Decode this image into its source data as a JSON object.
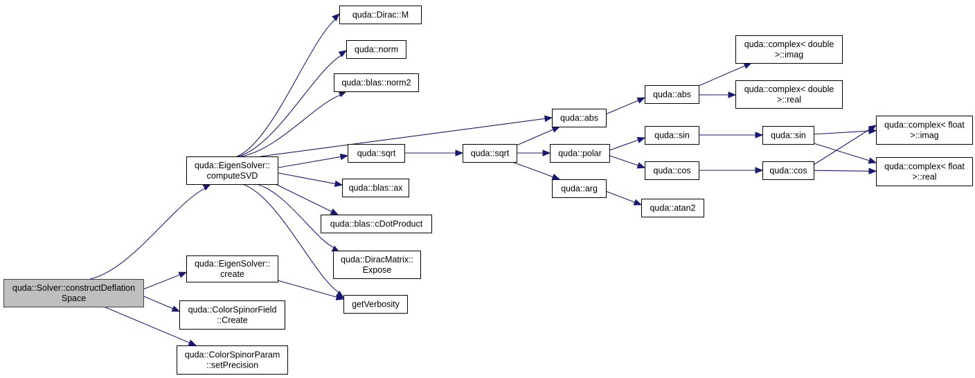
{
  "graph": {
    "colors": {
      "edge": "#191970",
      "root_fill": "#bfbfbf",
      "node_fill": "#ffffff",
      "node_border": "#000000"
    },
    "nodes": [
      {
        "id": "constructDeflationSpace",
        "lines": [
          "quda::Solver::constructDeflation",
          "Space"
        ],
        "root": true
      },
      {
        "id": "computeSVD",
        "lines": [
          "quda::EigenSolver::",
          "computeSVD"
        ]
      },
      {
        "id": "esCreate",
        "lines": [
          "quda::EigenSolver::",
          "create"
        ]
      },
      {
        "id": "csfCreate",
        "lines": [
          "quda::ColorSpinorField",
          "::Create"
        ]
      },
      {
        "id": "setPrecision",
        "lines": [
          "quda::ColorSpinorParam",
          "::setPrecision"
        ]
      },
      {
        "id": "diracM",
        "lines": [
          "quda::Dirac::M"
        ]
      },
      {
        "id": "norm",
        "lines": [
          "quda::norm"
        ]
      },
      {
        "id": "blasNorm2",
        "lines": [
          "quda::blas::norm2"
        ]
      },
      {
        "id": "sqrt1",
        "lines": [
          "quda::sqrt"
        ]
      },
      {
        "id": "blasAx",
        "lines": [
          "quda::blas::ax"
        ]
      },
      {
        "id": "cDot",
        "lines": [
          "quda::blas::cDotProduct"
        ]
      },
      {
        "id": "expose",
        "lines": [
          "quda::DiracMatrix::",
          "Expose"
        ]
      },
      {
        "id": "getVerbosity",
        "lines": [
          "getVerbosity"
        ]
      },
      {
        "id": "sqrt2",
        "lines": [
          "quda::sqrt"
        ]
      },
      {
        "id": "abs1",
        "lines": [
          "quda::abs"
        ]
      },
      {
        "id": "polar",
        "lines": [
          "quda::polar"
        ]
      },
      {
        "id": "arg",
        "lines": [
          "quda::arg"
        ]
      },
      {
        "id": "abs2",
        "lines": [
          "quda::abs"
        ]
      },
      {
        "id": "cdImag",
        "lines": [
          "quda::complex< double",
          ">::imag"
        ]
      },
      {
        "id": "cdReal",
        "lines": [
          "quda::complex< double",
          ">::real"
        ]
      },
      {
        "id": "sin1",
        "lines": [
          "quda::sin"
        ]
      },
      {
        "id": "cos1",
        "lines": [
          "quda::cos"
        ]
      },
      {
        "id": "atan2",
        "lines": [
          "quda::atan2"
        ]
      },
      {
        "id": "sin2",
        "lines": [
          "quda::sin"
        ]
      },
      {
        "id": "cos2",
        "lines": [
          "quda::cos"
        ]
      },
      {
        "id": "cfImag",
        "lines": [
          "quda::complex< float",
          ">::imag"
        ]
      },
      {
        "id": "cfReal",
        "lines": [
          "quda::complex< float",
          ">::real"
        ]
      }
    ],
    "edges": [
      [
        "constructDeflationSpace",
        "computeSVD"
      ],
      [
        "constructDeflationSpace",
        "esCreate"
      ],
      [
        "constructDeflationSpace",
        "csfCreate"
      ],
      [
        "constructDeflationSpace",
        "setPrecision"
      ],
      [
        "computeSVD",
        "diracM"
      ],
      [
        "computeSVD",
        "norm"
      ],
      [
        "computeSVD",
        "blasNorm2"
      ],
      [
        "computeSVD",
        "abs1"
      ],
      [
        "computeSVD",
        "sqrt1"
      ],
      [
        "computeSVD",
        "blasAx"
      ],
      [
        "computeSVD",
        "cDot"
      ],
      [
        "computeSVD",
        "expose"
      ],
      [
        "computeSVD",
        "getVerbosity"
      ],
      [
        "esCreate",
        "getVerbosity"
      ],
      [
        "sqrt1",
        "sqrt2"
      ],
      [
        "sqrt2",
        "abs1"
      ],
      [
        "sqrt2",
        "polar"
      ],
      [
        "sqrt2",
        "arg"
      ],
      [
        "abs1",
        "abs2"
      ],
      [
        "abs2",
        "cdImag"
      ],
      [
        "abs2",
        "cdReal"
      ],
      [
        "polar",
        "sin1"
      ],
      [
        "polar",
        "cos1"
      ],
      [
        "arg",
        "atan2"
      ],
      [
        "sin1",
        "sin2"
      ],
      [
        "cos1",
        "cos2"
      ],
      [
        "sin2",
        "cfImag"
      ],
      [
        "sin2",
        "cfReal"
      ],
      [
        "cos2",
        "cfImag"
      ],
      [
        "cos2",
        "cfReal"
      ]
    ]
  }
}
